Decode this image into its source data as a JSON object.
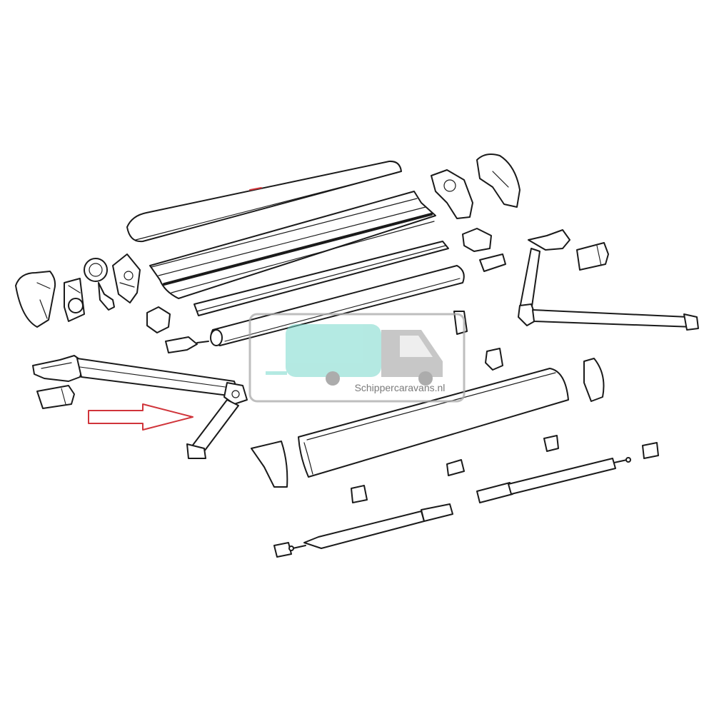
{
  "diagram": {
    "parts": [
      "front-cover-bar",
      "roller-tube-profile",
      "fabric-rail",
      "fabric-roll",
      "left-end-cap",
      "left-cap-insert",
      "left-crank-gear",
      "left-crank-handle",
      "left-bracket",
      "left-arm-upper",
      "left-arm-lower",
      "left-arm-shoulder",
      "left-arm-elbow",
      "right-end-cap",
      "right-gear-housing",
      "right-bracket",
      "right-arm",
      "front-lead-bar",
      "lead-bar-end-cap-left",
      "lead-bar-end-cap-right",
      "lower-telescopic-leg",
      "upper-telescopic-leg",
      "mounting-clip"
    ],
    "highlight_arrow_color": "#d0343a",
    "line_color": "#1a1a1a"
  },
  "watermark": {
    "text": "Schippercaravans.nl",
    "van_color": "#77d8cc",
    "frame_color": "#a8a8a8",
    "icon": "caravan-van-logo-icon"
  }
}
